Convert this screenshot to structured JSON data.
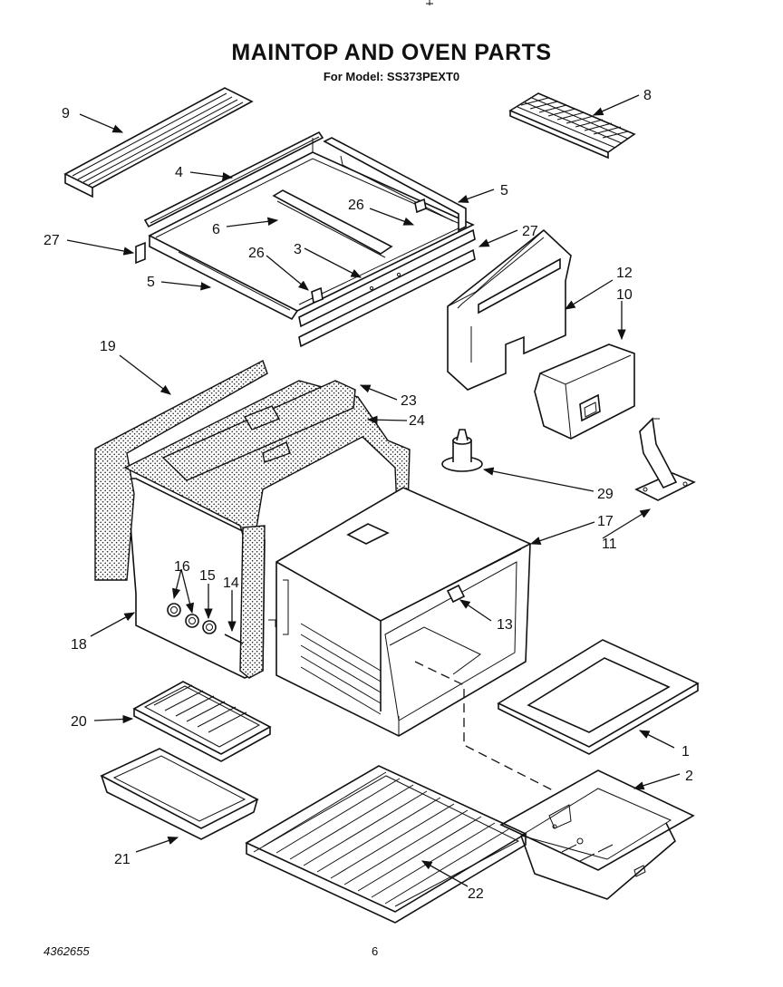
{
  "title": "MAINTOP AND OVEN PARTS",
  "subtitle": "For Model: SS373PEXT0",
  "footer": {
    "doc_number": "4362655",
    "page_number": "6"
  },
  "callouts": [
    "9",
    "8",
    "4",
    "5",
    "26",
    "6",
    "27",
    "3",
    "26",
    "27",
    "5",
    "12",
    "10",
    "19",
    "23",
    "24",
    "29",
    "17",
    "11",
    "16",
    "15",
    "14",
    "13",
    "18",
    "20",
    "1",
    "2",
    "21",
    "22"
  ]
}
